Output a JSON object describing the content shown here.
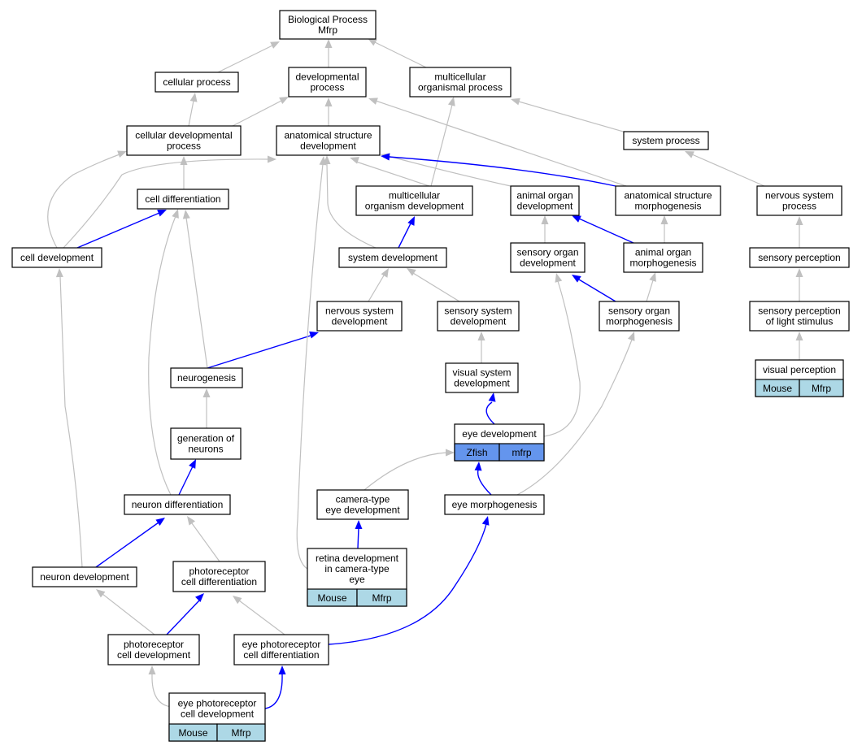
{
  "colors": {
    "gray_edge": "#c0c0c0",
    "blue_edge": "#0000ff",
    "mouse_cell": "#add8e6",
    "zfish_cell": "#6495ed"
  },
  "nodes": {
    "root": [
      "Biological Process",
      "Mfrp"
    ],
    "cellular_process": [
      "cellular process"
    ],
    "developmental_process": [
      "developmental",
      "process"
    ],
    "multicellular_organismal_process": [
      "multicellular",
      "organismal process"
    ],
    "cellular_developmental_process": [
      "cellular developmental",
      "process"
    ],
    "anatomical_structure_development": [
      "anatomical structure",
      "development"
    ],
    "system_process": [
      "system process"
    ],
    "cell_differentiation": [
      "cell differentiation"
    ],
    "multicellular_organism_development": [
      "multicellular",
      "organism development"
    ],
    "animal_organ_development": [
      "animal organ",
      "development"
    ],
    "anatomical_structure_morphogenesis": [
      "anatomical structure",
      "morphogenesis"
    ],
    "nervous_system_process": [
      "nervous system",
      "process"
    ],
    "cell_development": [
      "cell development"
    ],
    "system_development": [
      "system development"
    ],
    "sensory_organ_development": [
      "sensory organ",
      "development"
    ],
    "animal_organ_morphogenesis": [
      "animal organ",
      "morphogenesis"
    ],
    "sensory_perception": [
      "sensory perception"
    ],
    "nervous_system_development": [
      "nervous system",
      "development"
    ],
    "sensory_system_development": [
      "sensory system",
      "development"
    ],
    "sensory_organ_morphogenesis": [
      "sensory organ",
      "morphogenesis"
    ],
    "sensory_perception_of_light_stimulus": [
      "sensory perception",
      "of light stimulus"
    ],
    "visual_perception": [
      "visual perception"
    ],
    "neurogenesis": [
      "neurogenesis"
    ],
    "visual_system_development": [
      "visual system",
      "development"
    ],
    "eye_development": [
      "eye development"
    ],
    "generation_of_neurons": [
      "generation of",
      "neurons"
    ],
    "neuron_differentiation": [
      "neuron differentiation"
    ],
    "camera_type_eye_development": [
      "camera-type",
      "eye development"
    ],
    "eye_morphogenesis": [
      "eye morphogenesis"
    ],
    "retina_development": [
      "retina development",
      "in camera-type",
      "eye"
    ],
    "neuron_development": [
      "neuron development"
    ],
    "photoreceptor_cell_differentiation": [
      "photoreceptor",
      "cell differentiation"
    ],
    "photoreceptor_cell_development": [
      "photoreceptor",
      "cell development"
    ],
    "eye_photoreceptor_cell_differentiation": [
      "eye photoreceptor",
      "cell differentiation"
    ],
    "eye_photoreceptor_cell_development": [
      "eye photoreceptor",
      "cell development"
    ]
  },
  "annotations": {
    "visual_perception": [
      "Mouse",
      "Mfrp"
    ],
    "eye_development": [
      "Zfish",
      "mfrp"
    ],
    "retina_development": [
      "Mouse",
      "Mfrp"
    ],
    "eye_photoreceptor_cell_development": [
      "Mouse",
      "Mfrp"
    ]
  }
}
